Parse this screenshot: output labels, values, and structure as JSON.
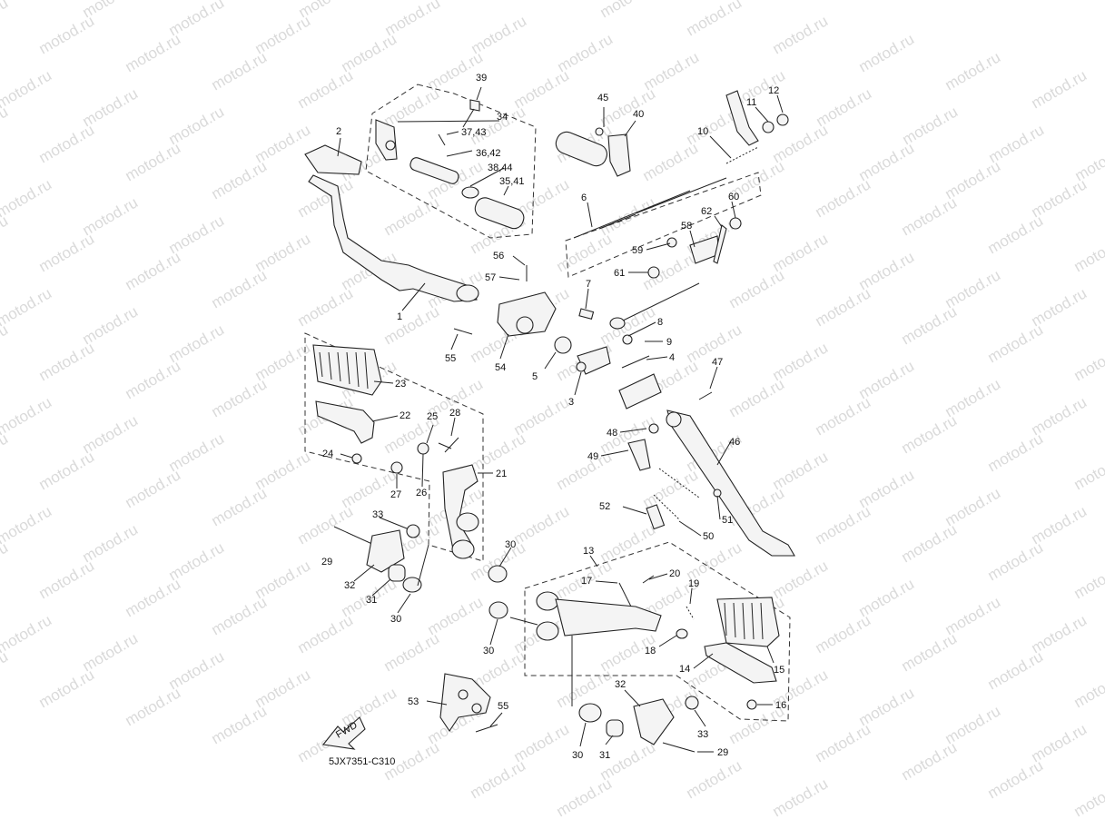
{
  "watermark": "motod.ru",
  "drawing_code": "5JX7351-C310",
  "fwd_label": "FWD",
  "callouts": [
    {
      "id": "c1",
      "text": "1"
    },
    {
      "id": "c2",
      "text": "2"
    },
    {
      "id": "c3",
      "text": "3"
    },
    {
      "id": "c4",
      "text": "4"
    },
    {
      "id": "c5",
      "text": "5"
    },
    {
      "id": "c6",
      "text": "6"
    },
    {
      "id": "c7",
      "text": "7"
    },
    {
      "id": "c8",
      "text": "8"
    },
    {
      "id": "c9",
      "text": "9"
    },
    {
      "id": "c10",
      "text": "10"
    },
    {
      "id": "c11",
      "text": "11"
    },
    {
      "id": "c12",
      "text": "12"
    },
    {
      "id": "c13",
      "text": "13"
    },
    {
      "id": "c14",
      "text": "14"
    },
    {
      "id": "c15",
      "text": "15"
    },
    {
      "id": "c16",
      "text": "16"
    },
    {
      "id": "c17",
      "text": "17"
    },
    {
      "id": "c18",
      "text": "18"
    },
    {
      "id": "c19",
      "text": "19"
    },
    {
      "id": "c20",
      "text": "20"
    },
    {
      "id": "c21",
      "text": "21"
    },
    {
      "id": "c22",
      "text": "22"
    },
    {
      "id": "c23",
      "text": "23"
    },
    {
      "id": "c24",
      "text": "24"
    },
    {
      "id": "c25",
      "text": "25"
    },
    {
      "id": "c26",
      "text": "26"
    },
    {
      "id": "c27",
      "text": "27"
    },
    {
      "id": "c28",
      "text": "28"
    },
    {
      "id": "c29a",
      "text": "29"
    },
    {
      "id": "c29b",
      "text": "29"
    },
    {
      "id": "c30a",
      "text": "30"
    },
    {
      "id": "c30b",
      "text": "30"
    },
    {
      "id": "c30c",
      "text": "30"
    },
    {
      "id": "c30d",
      "text": "30"
    },
    {
      "id": "c31a",
      "text": "31"
    },
    {
      "id": "c31b",
      "text": "31"
    },
    {
      "id": "c32a",
      "text": "32"
    },
    {
      "id": "c32b",
      "text": "32"
    },
    {
      "id": "c33a",
      "text": "33"
    },
    {
      "id": "c33b",
      "text": "33"
    },
    {
      "id": "c34",
      "text": "34"
    },
    {
      "id": "c35",
      "text": "35,41"
    },
    {
      "id": "c36",
      "text": "36,42"
    },
    {
      "id": "c37",
      "text": "37,43"
    },
    {
      "id": "c38",
      "text": "38,44"
    },
    {
      "id": "c39",
      "text": "39"
    },
    {
      "id": "c40",
      "text": "40"
    },
    {
      "id": "c45",
      "text": "45"
    },
    {
      "id": "c46",
      "text": "46"
    },
    {
      "id": "c47",
      "text": "47"
    },
    {
      "id": "c48",
      "text": "48"
    },
    {
      "id": "c49",
      "text": "49"
    },
    {
      "id": "c50",
      "text": "50"
    },
    {
      "id": "c51",
      "text": "51"
    },
    {
      "id": "c52",
      "text": "52"
    },
    {
      "id": "c53",
      "text": "53"
    },
    {
      "id": "c54",
      "text": "54"
    },
    {
      "id": "c55a",
      "text": "55"
    },
    {
      "id": "c55b",
      "text": "55"
    },
    {
      "id": "c56",
      "text": "56"
    },
    {
      "id": "c57",
      "text": "57"
    },
    {
      "id": "c58",
      "text": "58"
    },
    {
      "id": "c59",
      "text": "59"
    },
    {
      "id": "c60",
      "text": "60"
    },
    {
      "id": "c61",
      "text": "61"
    },
    {
      "id": "c62",
      "text": "62"
    }
  ]
}
